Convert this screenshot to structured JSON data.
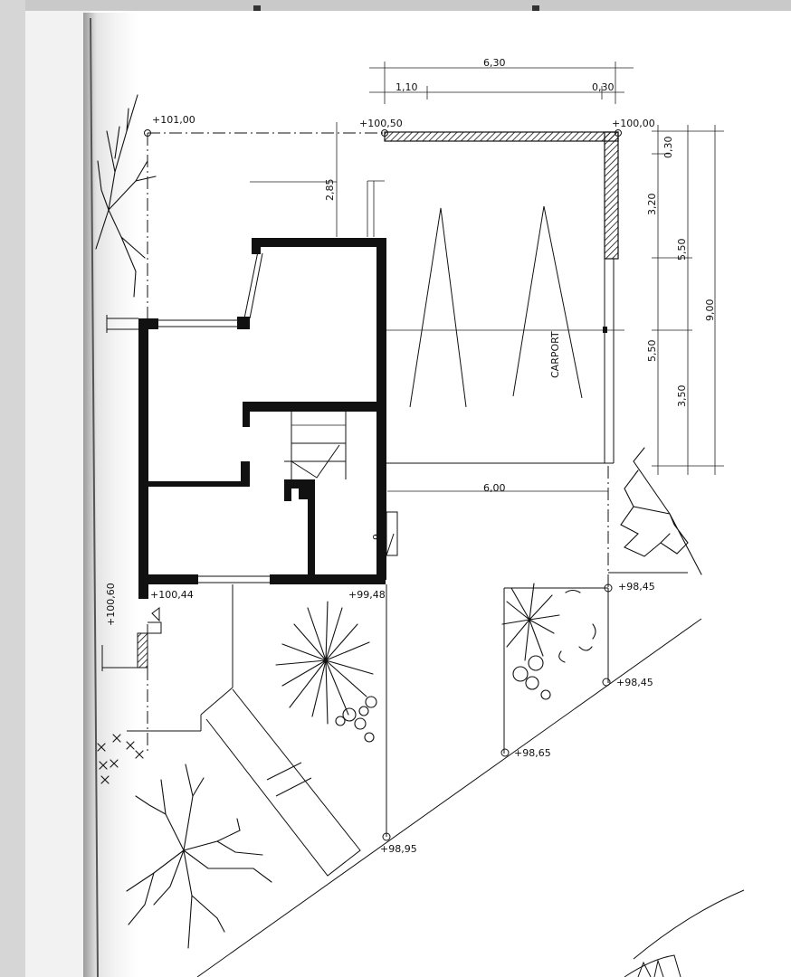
{
  "dimensions": {
    "top_total": "6,30",
    "top_left": "1,10",
    "top_right": "0,30",
    "carport_width": "6,00",
    "house_offset": "2,85",
    "right_a": "0,30",
    "right_b": "3,20",
    "right_c": "5,50",
    "right_d": "5,50",
    "right_e": "3,50",
    "right_total": "9,00"
  },
  "elevations": {
    "nw_corner": "+101,00",
    "house_top": "+100,50",
    "ne_corner": "+100,00",
    "left_side": "+100,60",
    "entrance": "+100,44",
    "house_se": "+99,48",
    "right_mid": "+98,45",
    "right_low": "+98,45",
    "bottom_center": "+98,65",
    "bottom_left": "+98,95"
  },
  "labels": {
    "carport": "CARPORT",
    "bin_marker": "9"
  },
  "colors": {
    "ink": "#111111",
    "paper": "#ffffff",
    "binding_shadow": "#c8c8c8"
  }
}
